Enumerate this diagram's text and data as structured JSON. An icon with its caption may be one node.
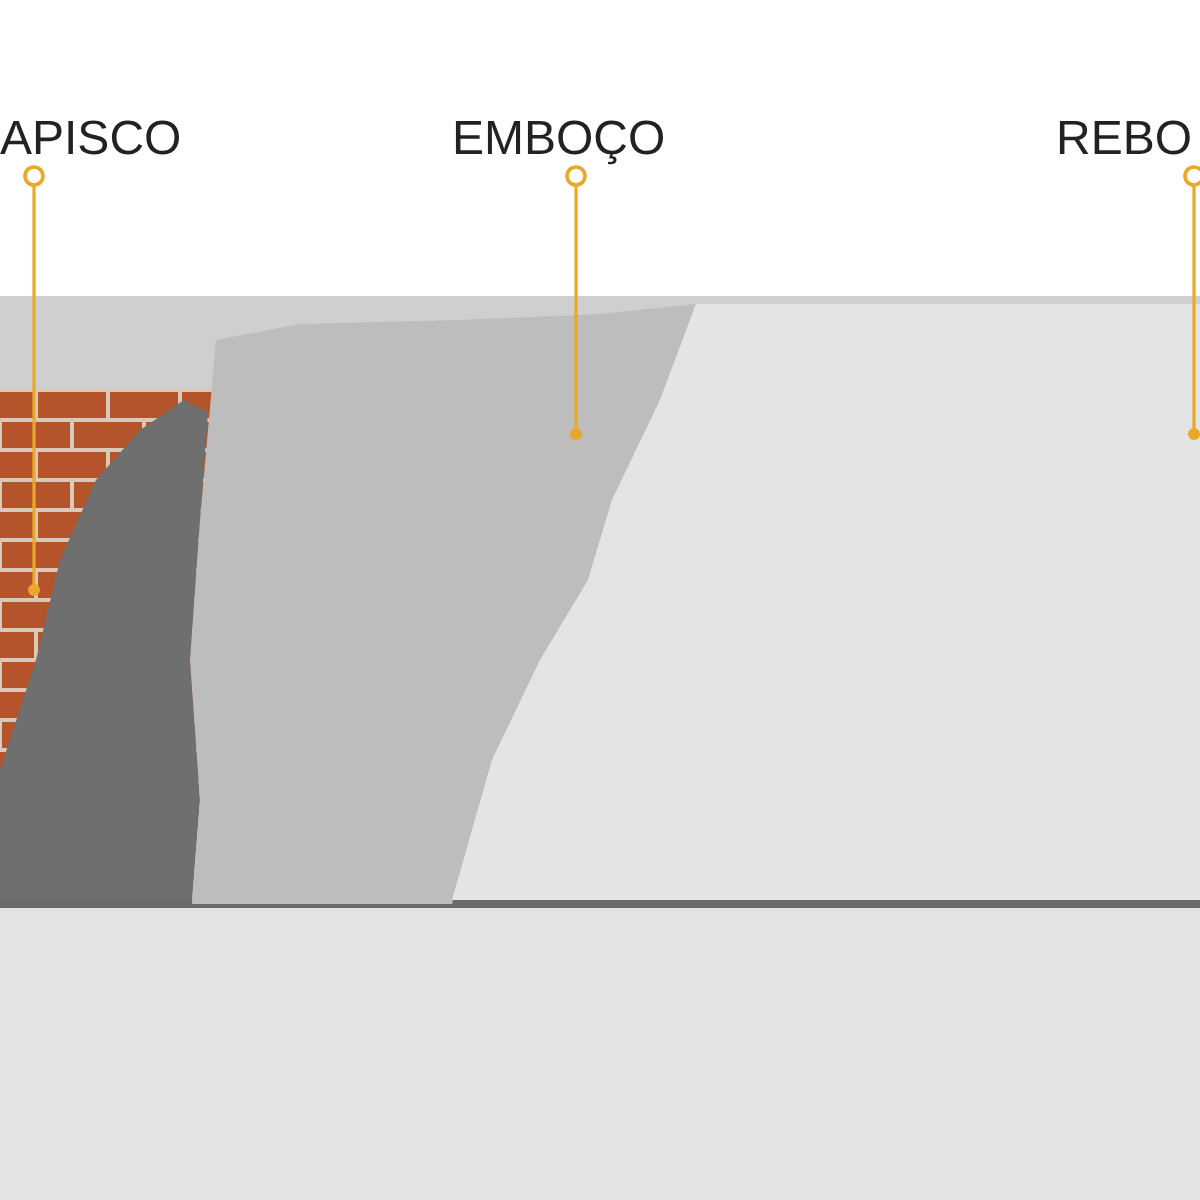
{
  "diagram": {
    "nodes": [
      {
        "text": [
          "APISCO"
        ]
      },
      {
        "text": [
          "EMBOÇO"
        ]
      },
      {
        "text": [
          "REBO"
        ]
      },
      {
        "text": [],
        "shape": "picture"
      },
      {
        "text": [],
        "shape": "picture"
      },
      {
        "text": [],
        "shape": "picture"
      }
    ],
    "edges": [
      {
        "from": 0,
        "to": 3,
        "arrow": "other"
      },
      {
        "from": 1,
        "to": 4,
        "arrow": "other"
      },
      {
        "from": 2,
        "to": 5,
        "arrow": "other"
      }
    ]
  }
}
